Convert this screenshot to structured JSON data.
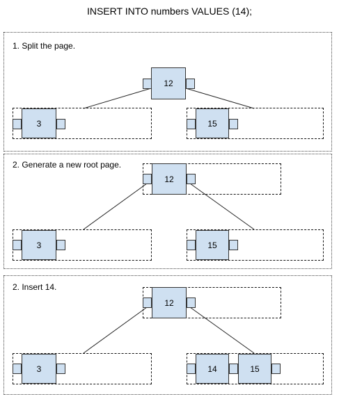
{
  "title": "INSERT INTO numbers VALUES (14);",
  "steps": [
    {
      "label": "1. Split the page.",
      "root_key": "12",
      "left_keys": [
        "3"
      ],
      "right_keys": [
        "15"
      ]
    },
    {
      "label": "2. Generate a new root page.",
      "root_key": "12",
      "left_keys": [
        "3"
      ],
      "right_keys": [
        "15"
      ]
    },
    {
      "label": "2. Insert 14.",
      "root_key": "12",
      "left_keys": [
        "3"
      ],
      "right_keys": [
        "14",
        "15"
      ]
    }
  ],
  "colors": {
    "node_fill": "#cfe0f1",
    "node_border": "#333333"
  }
}
